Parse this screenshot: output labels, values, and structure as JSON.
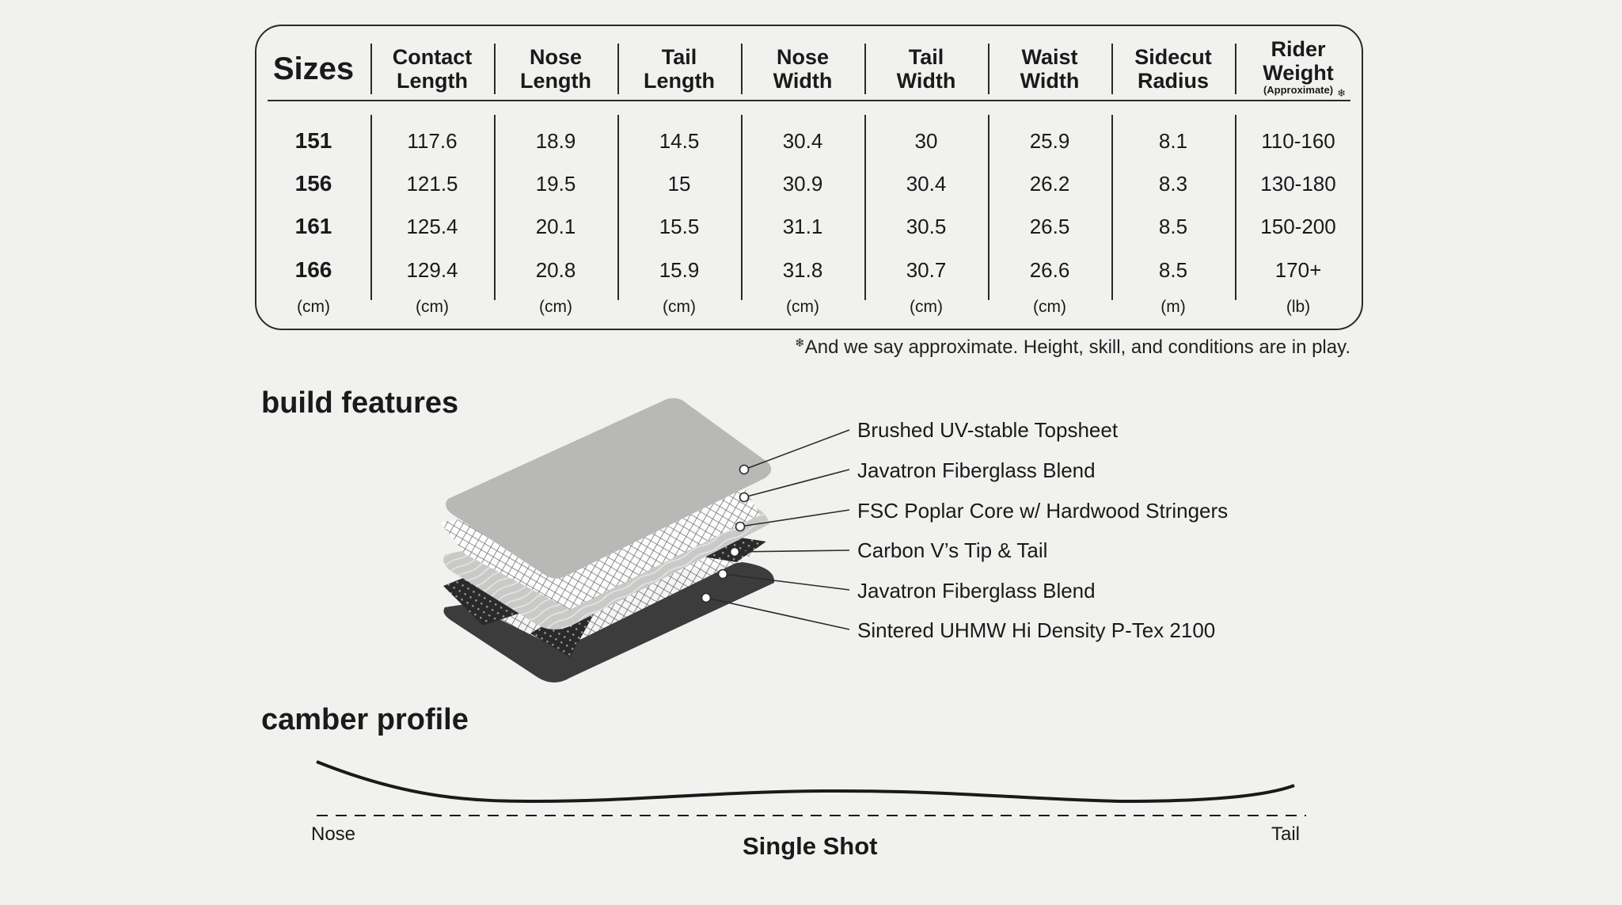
{
  "table": {
    "columns": [
      {
        "header_lines": [
          "Sizes"
        ],
        "values": [
          "151",
          "156",
          "161",
          "166"
        ],
        "unit": "(cm)"
      },
      {
        "header_lines": [
          "Contact",
          "Length"
        ],
        "values": [
          "117.6",
          "121.5",
          "125.4",
          "129.4"
        ],
        "unit": "(cm)"
      },
      {
        "header_lines": [
          "Nose",
          "Length"
        ],
        "values": [
          "18.9",
          "19.5",
          "20.1",
          "20.8"
        ],
        "unit": "(cm)"
      },
      {
        "header_lines": [
          "Tail",
          "Length"
        ],
        "values": [
          "14.5",
          "15",
          "15.5",
          "15.9"
        ],
        "unit": "(cm)"
      },
      {
        "header_lines": [
          "Nose",
          "Width"
        ],
        "values": [
          "30.4",
          "30.9",
          "31.1",
          "31.8"
        ],
        "unit": "(cm)"
      },
      {
        "header_lines": [
          "Tail",
          "Width"
        ],
        "values": [
          "30",
          "30.4",
          "30.5",
          "30.7"
        ],
        "unit": "(cm)"
      },
      {
        "header_lines": [
          "Waist",
          "Width"
        ],
        "values": [
          "25.9",
          "26.2",
          "26.5",
          "26.6"
        ],
        "unit": "(cm)"
      },
      {
        "header_lines": [
          "Sidecut",
          "Radius"
        ],
        "values": [
          "8.1",
          "8.3",
          "8.5",
          "8.5"
        ],
        "unit": "(m)"
      },
      {
        "header_lines": [
          "Rider",
          "Weight"
        ],
        "header_sub": "(Approximate)",
        "values": [
          "110-160",
          "130-180",
          "150-200",
          "170+"
        ],
        "unit": "(lb)"
      }
    ],
    "footnote_icon": "❄",
    "footnote": "And we say approximate. Height, skill, and conditions are in play."
  },
  "build_features": {
    "title": "build features",
    "layers": [
      "Brushed UV-stable Topsheet",
      "Javatron Fiberglass Blend",
      "FSC Poplar Core w/ Hardwood Stringers",
      "Carbon V’s Tip & Tail",
      "Javatron Fiberglass Blend",
      "Sintered UHMW Hi Density P-Tex 2100"
    ]
  },
  "camber_profile": {
    "title": "camber profile",
    "nose_label": "Nose",
    "tail_label": "Tail",
    "profile_name": "Single Shot"
  },
  "colors": {
    "background": "#f1f1ef",
    "ink": "#1a1a1a",
    "topsheet": "#b8b8b6",
    "core": "#c8c8c6",
    "base": "#3c3c3c",
    "carbon": "#2a2a2a"
  }
}
